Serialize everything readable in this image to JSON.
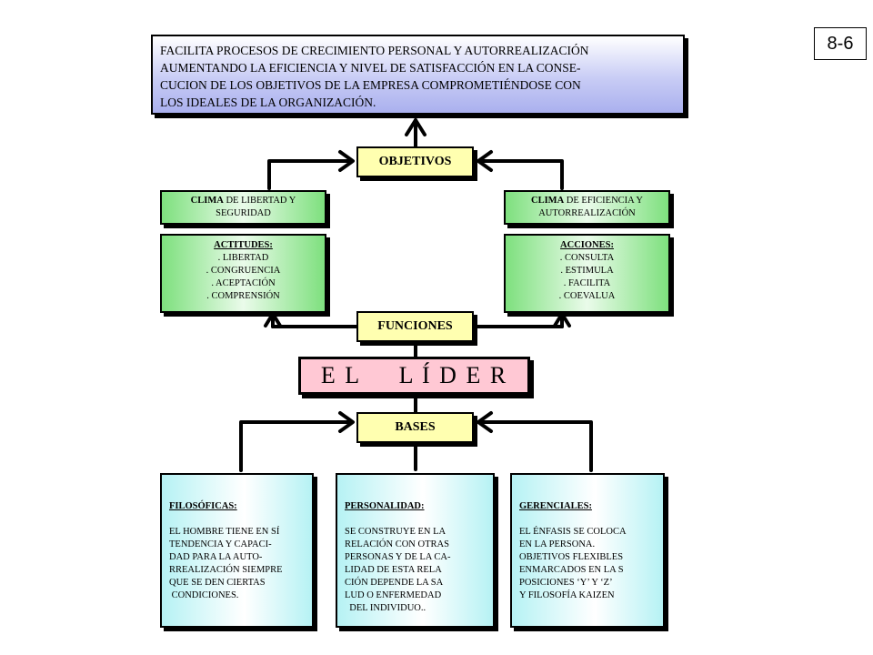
{
  "page_number": "8-6",
  "goal": {
    "lines": [
      "FACILITA PROCESOS DE CRECIMIENTO PERSONAL Y AUTORREALIZACIÓN",
      "AUMENTANDO LA  EFICIENCIA Y  NIVEL DE SATISFACCIÓN EN LA CONSE-",
      "CUCION DE LOS OBJETIVOS  DE  LA  EMPRESA  COMPROMETIÉNDOSE CON",
      "LOS IDEALES DE LA ORGANIZACIÓN."
    ]
  },
  "objetivos": "OBJETIVOS",
  "clima_left": {
    "word": "CLIMA",
    "rest": " DE LIBERTAD Y",
    "line2": "SEGURIDAD"
  },
  "clima_right": {
    "word": "CLIMA",
    "rest": " DE EFICIENCIA Y",
    "line2": "AUTORREALIZACIÓN"
  },
  "attitudes": {
    "title": "ACTITUDES:",
    "items": [
      ". LIBERTAD",
      ". CONGRUENCIA",
      ". ACEPTACIÓN",
      ". COMPRENSIÓN"
    ]
  },
  "actions": {
    "title": "ACCIONES:",
    "items": [
      ". CONSULTA",
      ". ESTIMULA",
      ". FACILITA",
      ". COEVALUA"
    ]
  },
  "funciones": "FUNCIONES",
  "lider": "E L     L Í D E R",
  "bases": "BASES",
  "filosoficas": {
    "title": "FILOSÓFICAS:",
    "lines": [
      "EL HOMBRE TIENE  EN SÍ",
      "TENDENCIA   Y   CAPACI-",
      "DAD   PARA   LA   AUTO-",
      "RREALIZACIÓN SIEMPRE",
      "QUE   SE   DEN    CIERTAS",
      " CONDICIONES."
    ]
  },
  "personalidad": {
    "title": "PERSONALIDAD:",
    "lines": [
      "SE CONSTRUYE EN   LA",
      "RELACIÓN  CON  OTRAS",
      "PERSONAS Y DE  LA CA-",
      "LIDAD  DE  ESTA   RELA",
      "CIÓN  DEPENDE   LA  SA",
      "LUD    O   ENFERMEDAD",
      "  DEL INDIVIDUO.."
    ]
  },
  "gerenciales": {
    "title": "GERENCIALES:",
    "lines": [
      "EL ÉNFASIS SE COLOCA",
      "EN  LA PERSONA.",
      "OBJETIVOS FLEXIBLES",
      "ENMARCADOS EN LA S",
      "POSICIONES  ‘Y’  Y   ‘Z’",
      "Y FILOSOFÍA KAIZEN"
    ]
  }
}
